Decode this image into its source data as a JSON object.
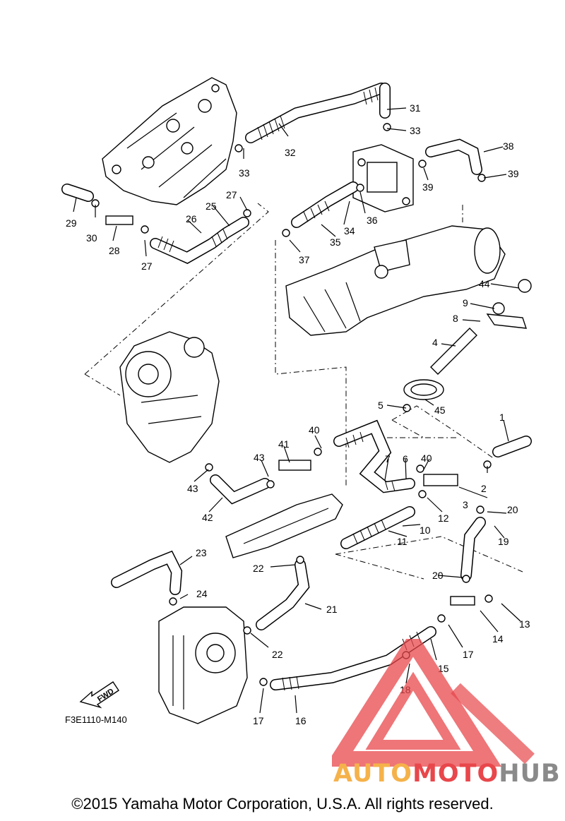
{
  "callouts": [
    "1",
    "2",
    "3",
    "4",
    "5",
    "6",
    "7",
    "8",
    "9",
    "10",
    "11",
    "12",
    "13",
    "14",
    "15",
    "16",
    "17",
    "18",
    "19",
    "20",
    "21",
    "22",
    "23",
    "24",
    "25",
    "26",
    "27",
    "28",
    "29",
    "30",
    "31",
    "32",
    "33",
    "34",
    "35",
    "36",
    "37",
    "38",
    "39",
    "40",
    "41",
    "42",
    "43",
    "44",
    "45"
  ],
  "diagram_code": "F3E1110-M140",
  "fwd_label": "FWD",
  "copyright": "©2015 Yamaha Motor Corporation, U.S.A. All rights reserved.",
  "watermark": {
    "part1": "AUTO",
    "part2": "MOTO",
    "part3": "HUB"
  },
  "colors": {
    "line": "#000000",
    "logo_red": "#e8474b",
    "logo_orange": "#f5b24a",
    "logo_grey": "#8a8a8a"
  }
}
